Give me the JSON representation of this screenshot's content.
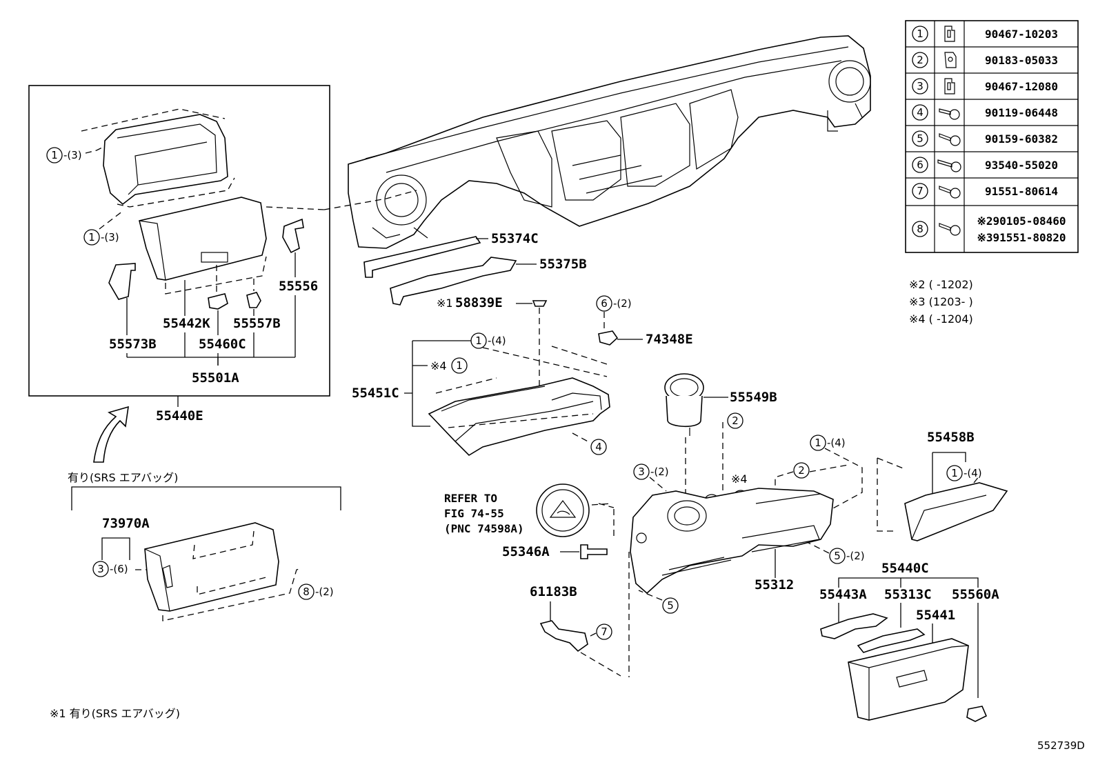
{
  "diagram_code": "552739D",
  "parts_table": [
    {
      "ref": "1",
      "part": "90467-10203",
      "icon": "clip-icon"
    },
    {
      "ref": "2",
      "part": "90183-05033",
      "icon": "nut-clip-icon"
    },
    {
      "ref": "3",
      "part": "90467-12080",
      "icon": "clip-icon"
    },
    {
      "ref": "4",
      "part": "90119-06448",
      "icon": "bolt-icon"
    },
    {
      "ref": "5",
      "part": "90159-60382",
      "icon": "screw-icon"
    },
    {
      "ref": "6",
      "part": "93540-55020",
      "icon": "screw-icon"
    },
    {
      "ref": "7",
      "part": "91551-80614",
      "icon": "bolt-icon"
    },
    {
      "ref": "8",
      "part": "※290105-08460",
      "part2": "※391551-80820",
      "icon": "bolt-icon"
    }
  ],
  "notes": [
    "※2 (    -1202)",
    "※3 (1203-    )",
    "※4 (    -1204)"
  ],
  "footnote": "※1 有り(SRS エアバッグ)",
  "variant_label": "有り(SRS エアバッグ)",
  "refer_note": [
    "REFER TO",
    "FIG 74-55",
    "(PNC 74598A)"
  ],
  "labels": {
    "p55374C": "55374C",
    "p55375B": "55375B",
    "p58839E": "58839E",
    "p58839E_mark": "※1",
    "p74348E": "74348E",
    "p55556": "55556",
    "p55442K": "55442K",
    "p55557B": "55557B",
    "p55573B": "55573B",
    "p55460C": "55460C",
    "p55501A": "55501A",
    "p55440E": "55440E",
    "p55451C": "55451C",
    "p55549B": "55549B",
    "p55458B": "55458B",
    "p73970A": "73970A",
    "p55346A": "55346A",
    "p55312": "55312",
    "p55440C": "55440C",
    "p55443A": "55443A",
    "p55313C": "55313C",
    "p55560A": "55560A",
    "p55441": "55441",
    "p61183B": "61183B",
    "mark4": "※4"
  },
  "callouts": {
    "c1q3a": {
      "n": "1",
      "q": "-(3)"
    },
    "c1q3b": {
      "n": "1",
      "q": "-(3)"
    },
    "c6q2": {
      "n": "6",
      "q": "-(2)"
    },
    "c1q4a": {
      "n": "1",
      "q": "-(4)"
    },
    "c1q4b": {
      "n": "1",
      "q": "-(4)"
    },
    "c1q4c": {
      "n": "1",
      "q": "-(4)"
    },
    "c3q2": {
      "n": "3",
      "q": "-(2)"
    },
    "c3q6": {
      "n": "3",
      "q": "-(6)"
    },
    "c8q2": {
      "n": "8",
      "q": "-(2)"
    },
    "c5q2": {
      "n": "5",
      "q": "-(2)"
    },
    "c4": {
      "n": "4"
    },
    "c2a": {
      "n": "2"
    },
    "c2b": {
      "n": "2"
    },
    "c1a": {
      "n": "1"
    },
    "c1b": {
      "n": "1"
    },
    "c1c": {
      "n": "1"
    },
    "c5": {
      "n": "5"
    },
    "c7": {
      "n": "7"
    }
  }
}
